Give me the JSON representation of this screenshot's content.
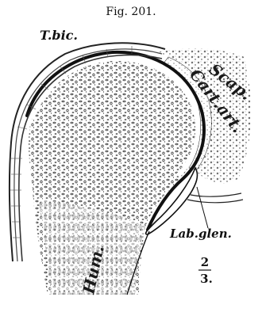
{
  "figure": {
    "title": "Fig. 201.",
    "labels": {
      "tendon": "T.bic.",
      "scapula": "Scap.",
      "cartilage": "Cart.art.",
      "labrum": "Lab.glen.",
      "humerus": "Hum."
    },
    "scale": {
      "numerator": "2",
      "denominator": "3."
    },
    "colors": {
      "ink": "#1a1a1a",
      "paper": "#ffffff"
    }
  }
}
